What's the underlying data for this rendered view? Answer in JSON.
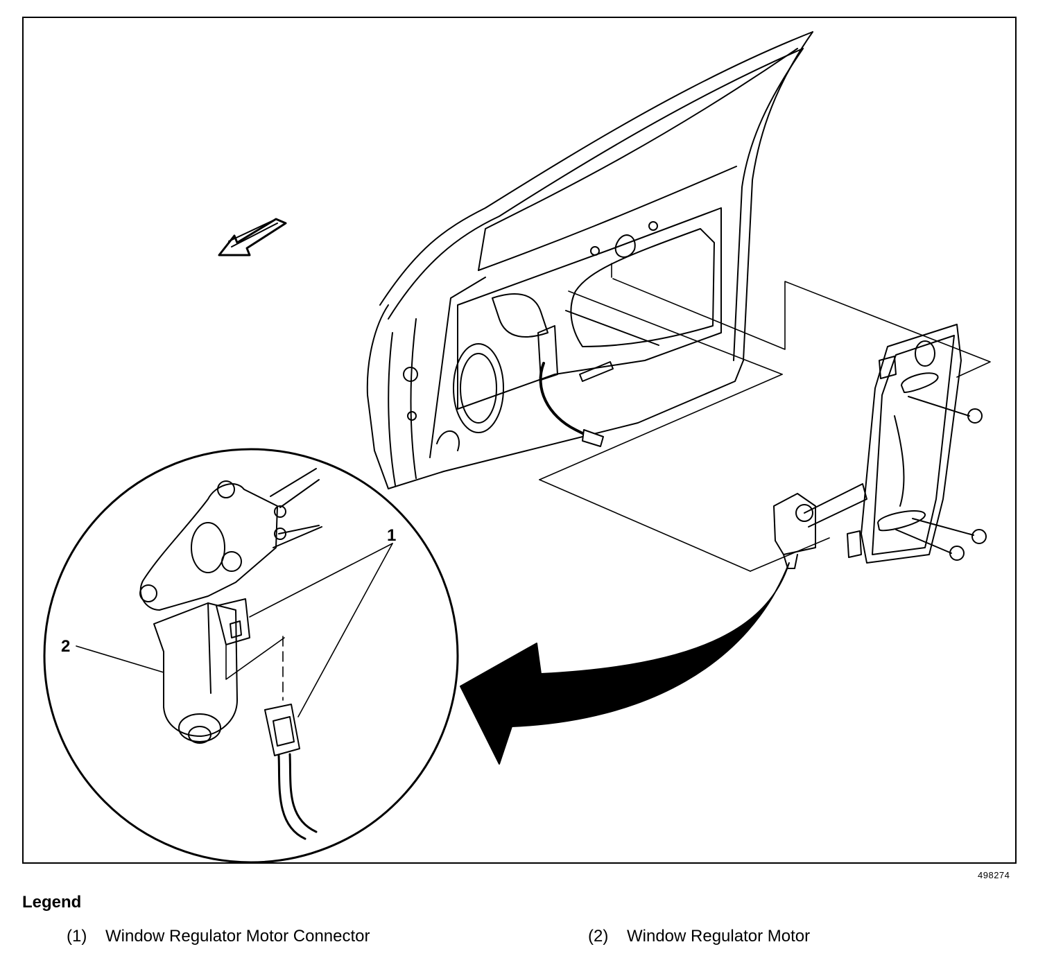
{
  "figure_id": "498274",
  "legend": {
    "title": "Legend",
    "items": [
      {
        "number": "(1)",
        "label": "Window Regulator Motor Connector"
      },
      {
        "number": "(2)",
        "label": "Window Regulator Motor"
      }
    ]
  },
  "callouts": [
    "1",
    "2"
  ],
  "colors": {
    "ink": "#000000",
    "paper": "#ffffff"
  }
}
